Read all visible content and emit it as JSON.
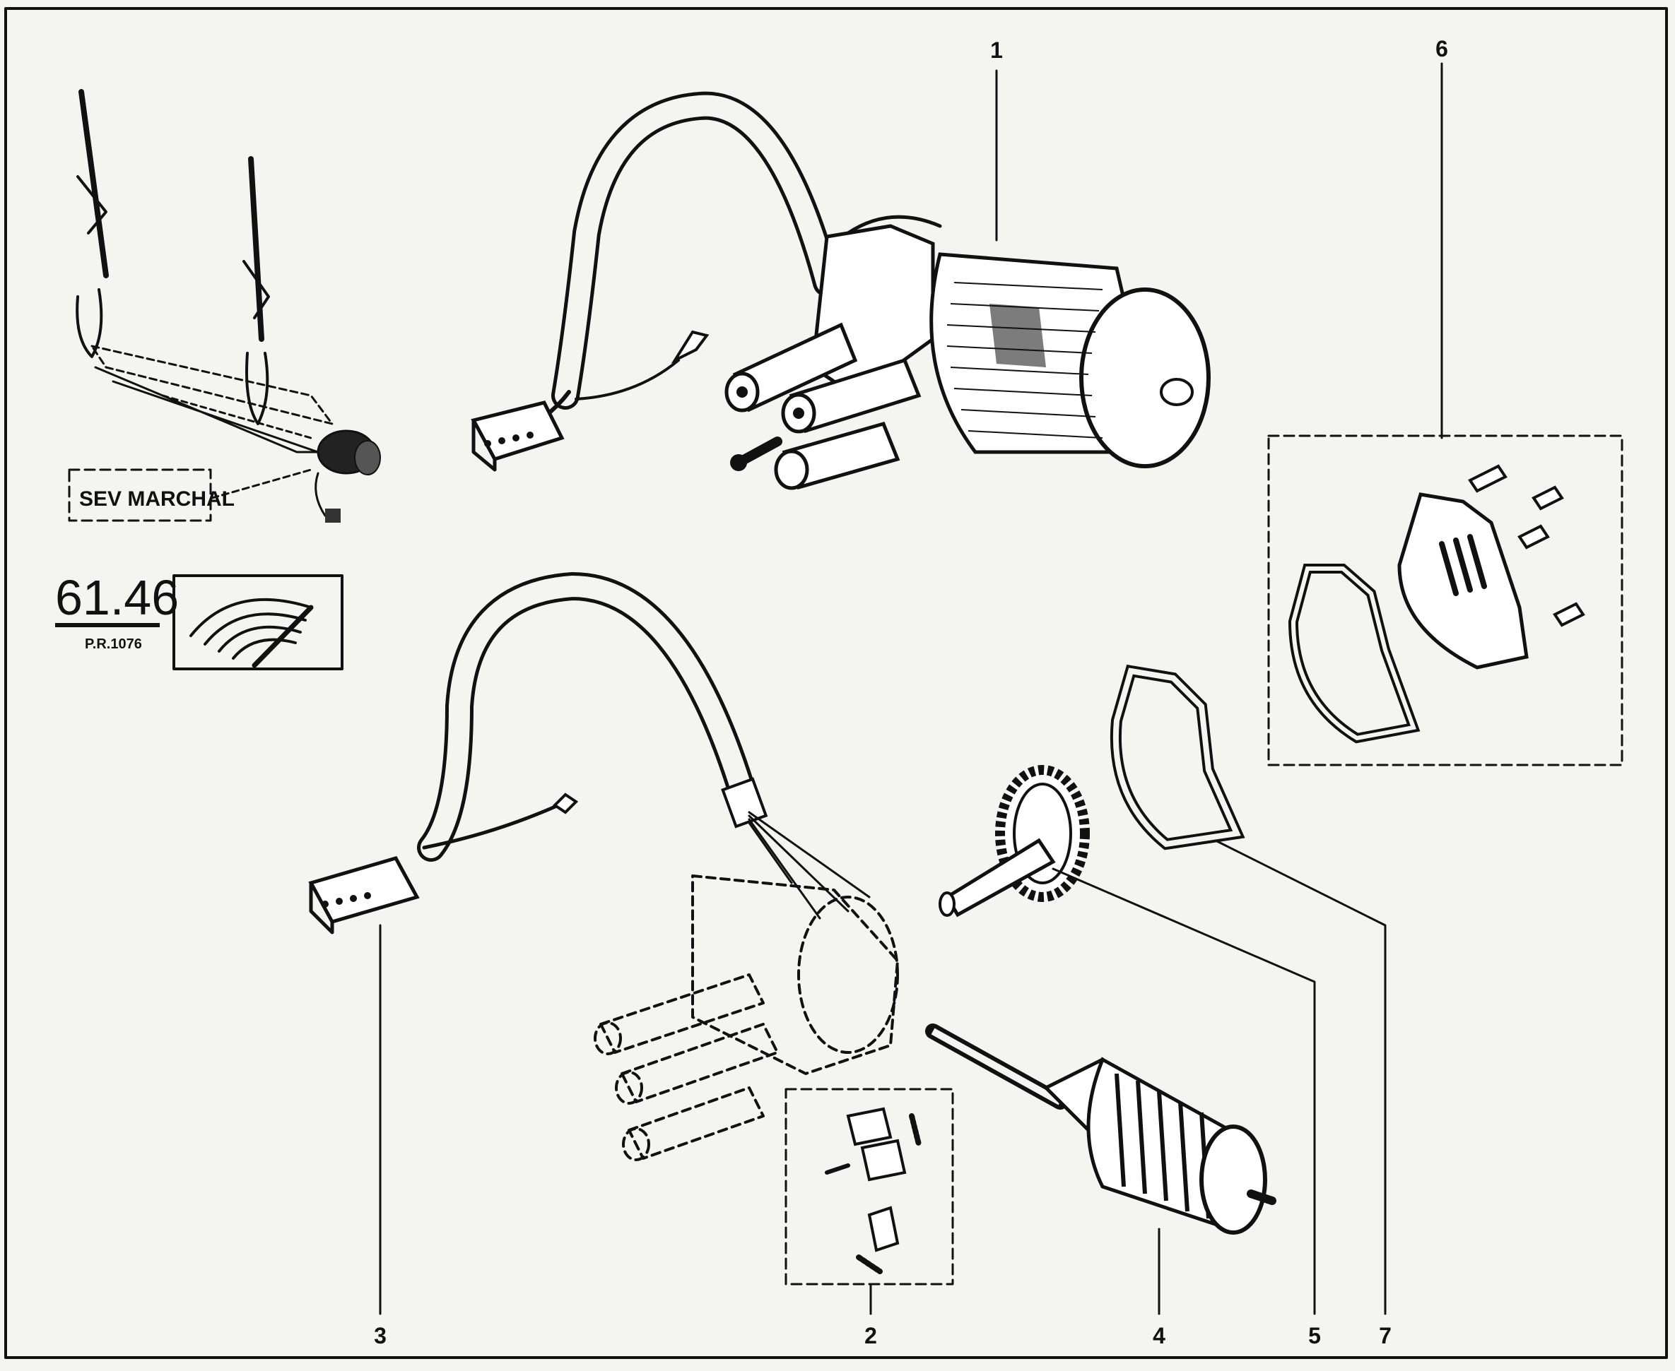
{
  "callouts": [
    "1",
    "2",
    "3",
    "4",
    "5",
    "6",
    "7"
  ],
  "inset": {
    "stamp_text": "SEV MARCHAL",
    "ref_number": "61.46",
    "ref_code": "P.R.1076"
  },
  "icons": {
    "wiper_sweep": "wiper-arc-icon"
  },
  "colors": {
    "ink": "#111111",
    "paper": "#f4f4f1"
  }
}
